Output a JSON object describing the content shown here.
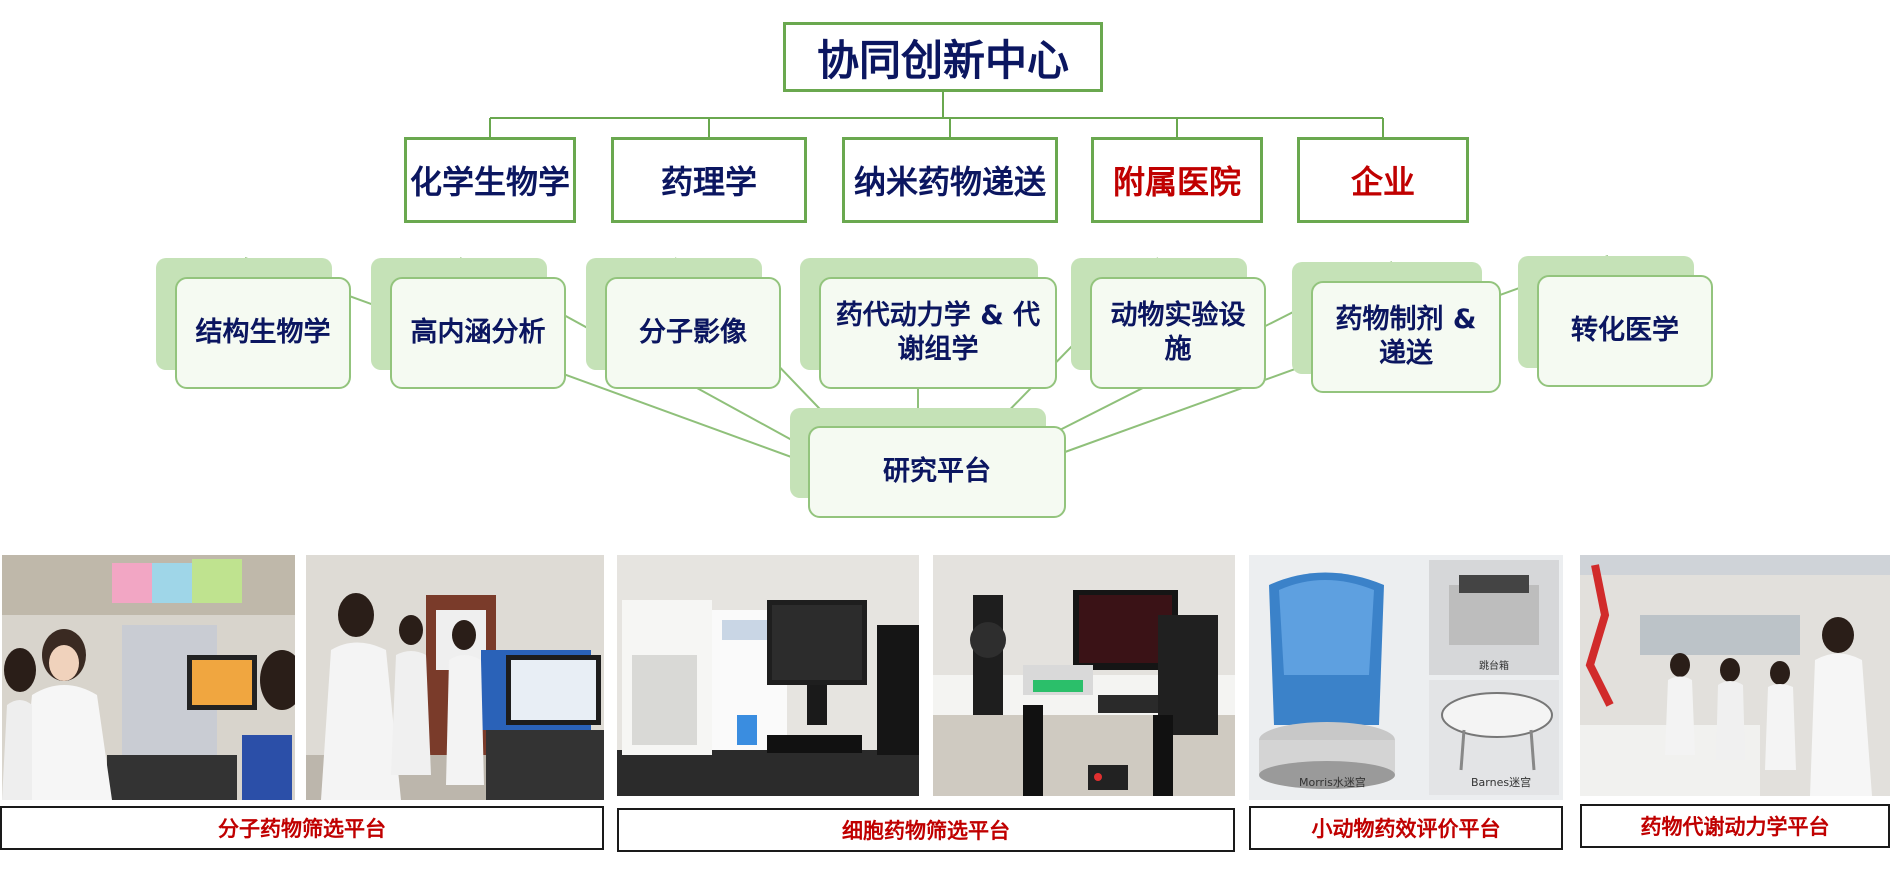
{
  "root": {
    "label": "协同创新中心"
  },
  "departments": [
    {
      "label": "化学生物学",
      "color": "#0b1660"
    },
    {
      "label": "药理学",
      "color": "#0b1660"
    },
    {
      "label": "纳米药物递送",
      "color": "#0b1660"
    },
    {
      "label": "附属医院",
      "color": "#c00000"
    },
    {
      "label": "企业",
      "color": "#c00000"
    }
  ],
  "platforms": [
    {
      "label": "结构生物学"
    },
    {
      "label": "高内涵分析"
    },
    {
      "label": "分子影像"
    },
    {
      "label": "药代动力学 & 代谢组学"
    },
    {
      "label": "动物实验设施"
    },
    {
      "label": "药物制剂 & 递送"
    },
    {
      "label": "转化医学"
    }
  ],
  "hub": {
    "label": "研究平台"
  },
  "photo_captions": {
    "animal_morris": "Morris水迷宫",
    "animal_barnes": "Barnes迷宫",
    "animal_shuttle": "跳台箱"
  },
  "captions": [
    {
      "label": "分子药物筛选平台"
    },
    {
      "label": "细胞药物筛选平台"
    },
    {
      "label": "小动物药效评价平台"
    },
    {
      "label": "药物代谢动力学平台"
    }
  ],
  "colors": {
    "border_green": "#6aa84f",
    "text_navy": "#0b1660",
    "text_red": "#c00000",
    "platform_shadow": "#c5e2b7"
  }
}
